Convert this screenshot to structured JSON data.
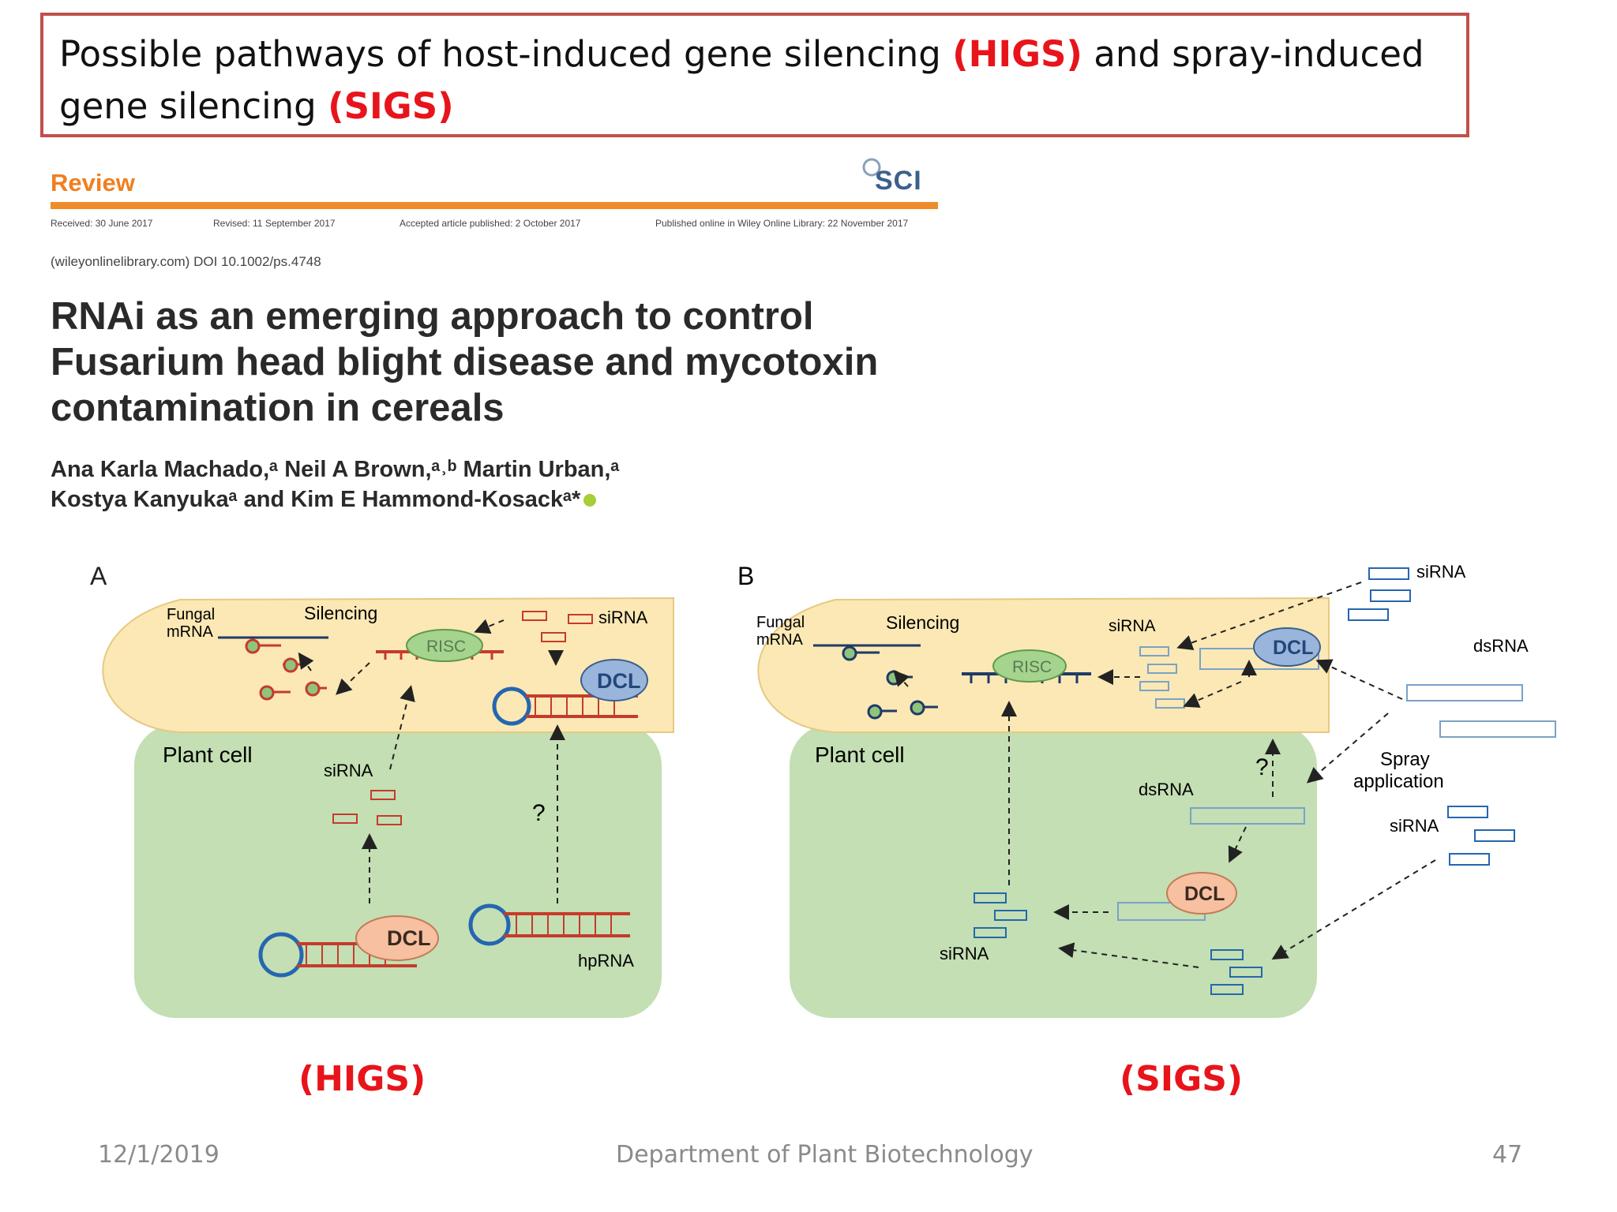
{
  "slide": {
    "title_part1": "Possible pathways of host-induced gene silencing ",
    "title_hl1": "(HIGS)",
    "title_part2": " and spray-induced gene silencing ",
    "title_hl2": "(SIGS)",
    "accent_color": "#e8141b",
    "frame_color": "#c0504d"
  },
  "paper": {
    "section": "Review",
    "logo_text": "SCI",
    "received": "Received: 30 June 2017",
    "revised": "Revised: 11 September 2017",
    "accepted": "Accepted article published: 2 October 2017",
    "published": "Published online in Wiley Online Library: 22 November 2017",
    "doi": "(wileyonlinelibrary.com) DOI 10.1002/ps.4748",
    "title_line1": "RNAi as an emerging approach to control",
    "title_line2": "Fusarium head blight disease and mycotoxin",
    "title_line3": "contamination in cereals",
    "authors_line1": "Ana Karla Machado,ᵃ Neil A Brown,ᵃ˒ᵇ Martin Urban,ᵃ",
    "authors_line2": "Kostya Kanyukaᵃ and Kim E Hammond-Kosackᵃ*"
  },
  "panel_a": {
    "letter": "A",
    "fungal_mrna": [
      "Fungal",
      "mRNA"
    ],
    "silencing": "Silencing",
    "risc": "RISC",
    "dcl_fungal": "DCL",
    "sirna_top": "siRNA",
    "plant_cell": "Plant cell",
    "sirna_plant": "siRNA",
    "question": "?",
    "dcl_plant": "DCL",
    "hprna": "hpRNA"
  },
  "panel_b": {
    "letter": "B",
    "fungal_mrna": [
      "Fungal",
      "mRNA"
    ],
    "silencing": "Silencing",
    "risc": "RISC",
    "sirna_fungal": "siRNA",
    "dcl_fungal": "DCL",
    "sirna_outside": "siRNA",
    "dsrna_outside": "dsRNA",
    "spray": [
      "Spray",
      "application"
    ],
    "sirna_spray": "siRNA",
    "plant_cell": "Plant cell",
    "dsrna_plant": "dsRNA",
    "question": "?",
    "dcl_plant": "DCL",
    "sirna_plant": "siRNA"
  },
  "captions": {
    "higs": "(HIGS)",
    "sigs": "(SIGS)"
  },
  "footer": {
    "date": "12/1/2019",
    "department": "Department of Plant Biotechnology",
    "page": "47"
  }
}
